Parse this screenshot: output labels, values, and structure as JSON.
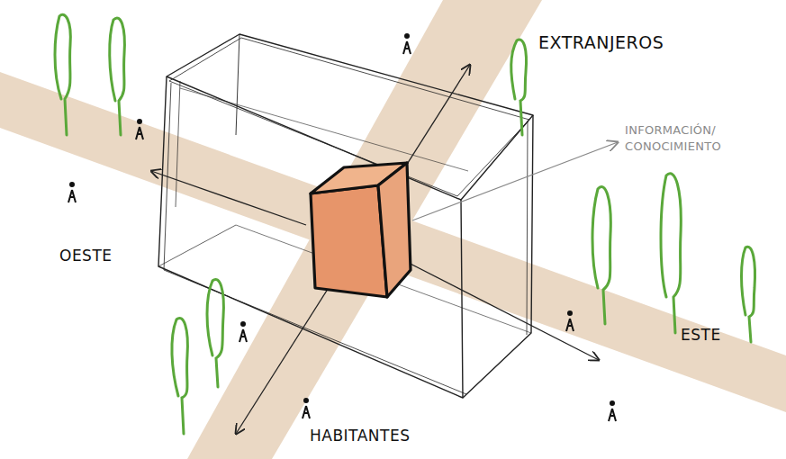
{
  "diagram": {
    "labels": [
      "EXTRANJEROS",
      "INFORMACIÓN/ CONOCIMIENTO",
      "OESTE",
      "ESTE",
      "HABITANTES"
    ]
  }
}
